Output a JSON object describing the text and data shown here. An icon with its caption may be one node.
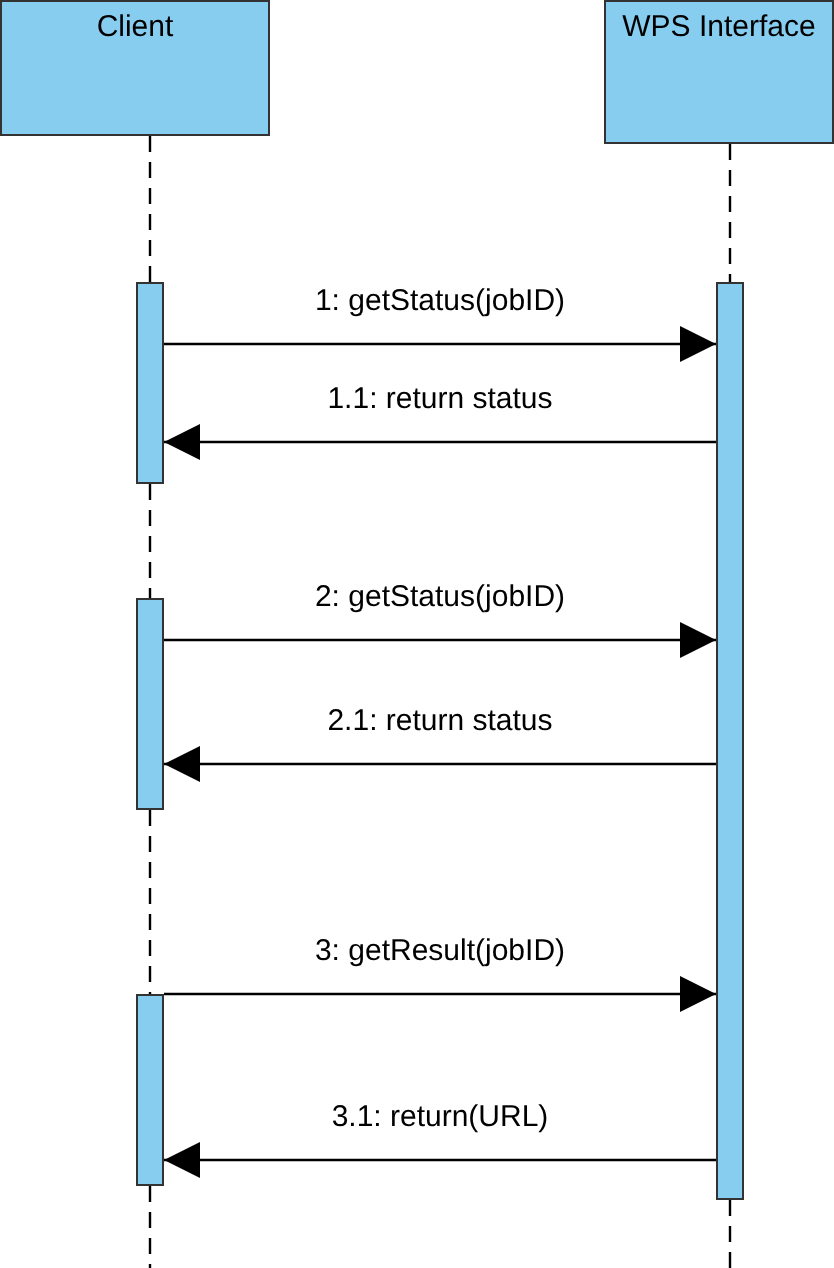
{
  "diagram": {
    "nodes": [
      {
        "text": [
          "Client"
        ]
      },
      {
        "text": [
          "WPS Interface"
        ]
      },
      {
        "text": [],
        "shape": "bar"
      },
      {
        "text": [],
        "shape": "bar"
      },
      {
        "text": [],
        "shape": "bar"
      },
      {
        "text": [],
        "shape": "bar"
      }
    ],
    "edges": [
      {
        "from": 0,
        "to": 2,
        "arrow": "none",
        "style": "dashed"
      },
      {
        "from": 2,
        "to": 3,
        "arrow": "none",
        "style": "dashed"
      },
      {
        "from": 3,
        "to": 4,
        "arrow": "none",
        "style": "dashed"
      },
      {
        "from": 4,
        "to": null,
        "arrow": "none",
        "style": "dashed"
      },
      {
        "from": 1,
        "to": 5,
        "arrow": "none",
        "style": "dashed"
      },
      {
        "from": 5,
        "to": null,
        "arrow": "none",
        "style": "dashed"
      },
      {
        "from": 2,
        "to": 5,
        "arrow": "to",
        "label": "1: getStatus(jobID)"
      },
      {
        "from": 5,
        "to": 2,
        "arrow": "to",
        "label": "1.1: return status"
      },
      {
        "from": 3,
        "to": 5,
        "arrow": "to",
        "label": "2: getStatus(jobID)"
      },
      {
        "from": 5,
        "to": 3,
        "arrow": "to",
        "label": "2.1: return status"
      },
      {
        "from": 4,
        "to": 5,
        "arrow": "to",
        "label": "3: getResult(jobID)"
      },
      {
        "from": 5,
        "to": 4,
        "arrow": "to",
        "label": "3.1: return(URL)"
      }
    ]
  }
}
